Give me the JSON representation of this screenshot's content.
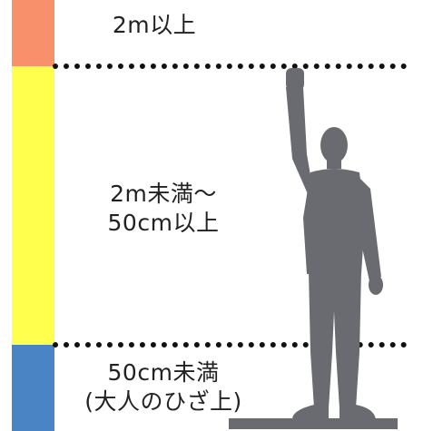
{
  "colors": {
    "band_high": "#f7906b",
    "band_mid": "#ffff4d",
    "band_low": "#4a84c4",
    "silhouette": "#6a6b70"
  },
  "labels": {
    "high": [
      "2m以上"
    ],
    "mid": [
      "2m未満～",
      "50cm以上"
    ],
    "low": [
      "50cm未満",
      "(大人のひざ上)"
    ]
  },
  "icons": {
    "person": "person-raising-arm-silhouette"
  }
}
